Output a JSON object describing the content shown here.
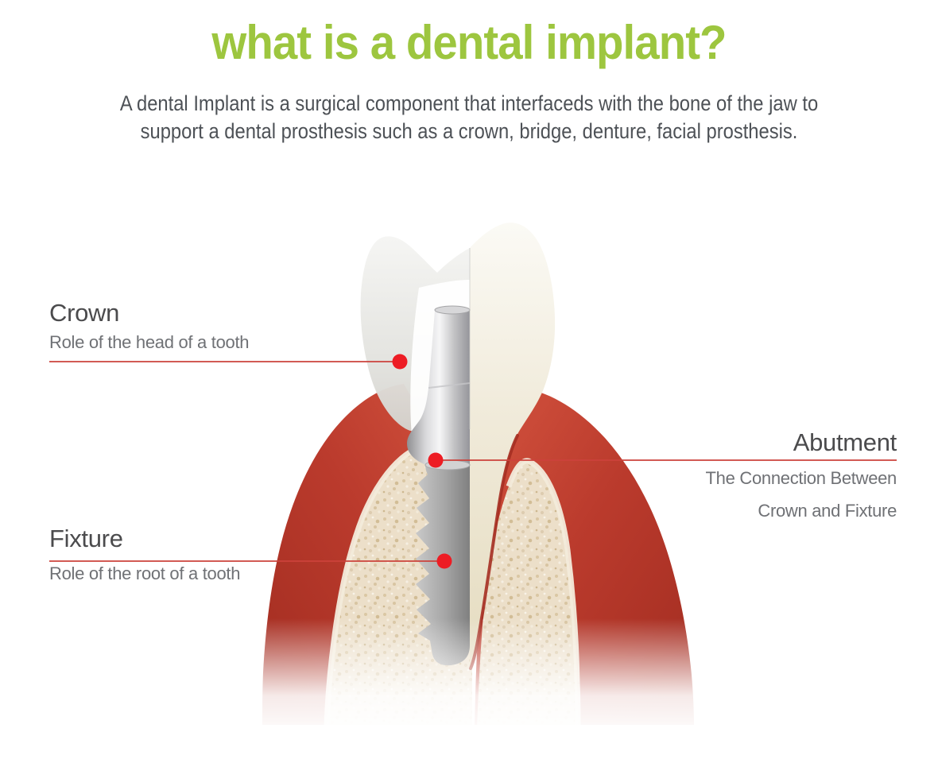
{
  "header": {
    "title": "what is a dental implant?",
    "subtitle_line1": "A dental Implant is a surgical component that interfaceds with the bone of the jaw to",
    "subtitle_line2": "support a dental prosthesis such as a crown, bridge, denture, facial prosthesis."
  },
  "callouts": {
    "crown": {
      "title": "Crown",
      "description": "Role of the head of a tooth"
    },
    "abutment": {
      "title": "Abutment",
      "description_line1": "The Connection Between",
      "description_line2": "Crown and Fixture"
    },
    "fixture": {
      "title": "Fixture",
      "description": "Role of the root of a tooth"
    }
  },
  "illustration": {
    "type": "dental-implant-cross-section",
    "parts": [
      "crown-half",
      "natural-tooth-half",
      "abutment-post",
      "implant-fixture-screw",
      "gum-tissue",
      "jaw-bone"
    ]
  },
  "colors": {
    "title_green": "#9dc63f",
    "subtitle_text": "#4d5156",
    "label_title": "#4b4b4d",
    "label_description": "#6f7175",
    "leader_line_red": "#cc423b",
    "marker_dot_red": "#ed1c24",
    "gum_red": "#bb3b2d",
    "bone_cream": "#ecdfc9",
    "tooth_ivory": "#f0ead9",
    "implant_gray": "#a8a8a8"
  }
}
